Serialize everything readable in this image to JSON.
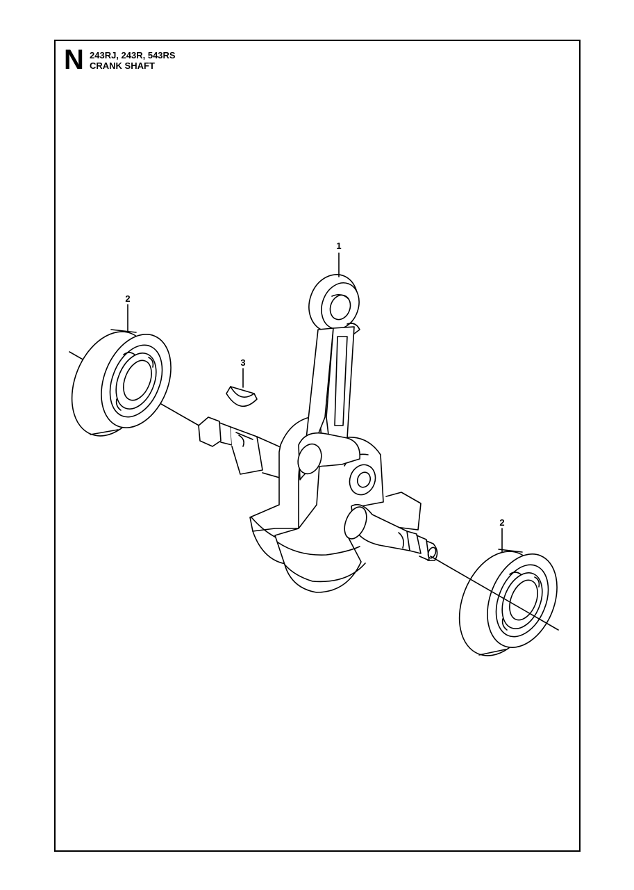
{
  "header": {
    "section_letter": "N",
    "models": "243RJ, 243R, 543RS",
    "title": "CRANK SHAFT"
  },
  "callouts": [
    {
      "id": "callout-1",
      "label": "1"
    },
    {
      "id": "callout-2-left",
      "label": "2"
    },
    {
      "id": "callout-3",
      "label": "3"
    },
    {
      "id": "callout-2-right",
      "label": "2"
    }
  ]
}
